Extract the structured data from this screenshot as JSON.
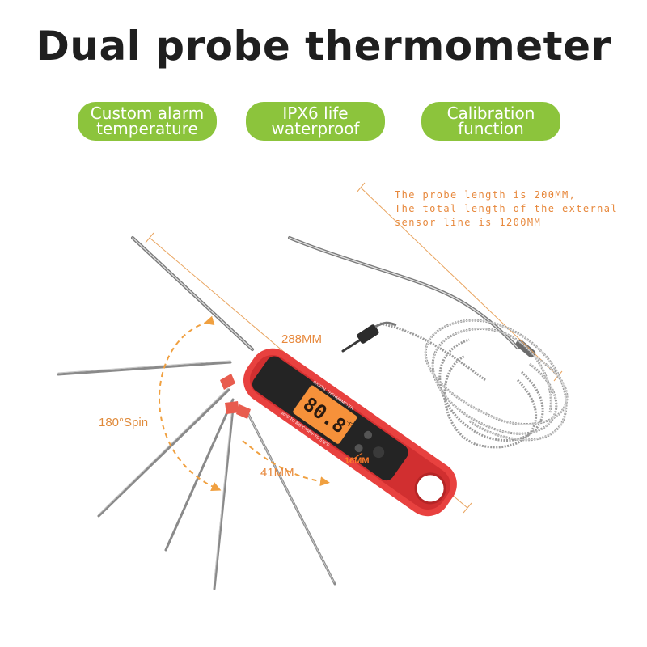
{
  "title": "Dual probe thermometer",
  "features": [
    {
      "line1": "Custom alarm",
      "line2": "temperature"
    },
    {
      "line1": "IPX6 life",
      "line2": "waterproof"
    },
    {
      "line1": "Calibration",
      "line2": "function"
    }
  ],
  "probe_note": {
    "line1": "The probe length is 200MM,",
    "line2": "The total length of the external",
    "line3": "sensor line is 1200MM"
  },
  "dimensions": {
    "length": "288MM",
    "spin": "180°Spin",
    "width": "41MM",
    "thickness": "16MM"
  },
  "display": {
    "reading": "80.8",
    "unit": "°F",
    "brand_text": "DIGITAL THERMOMETER",
    "range_text": "-50°C TO 300°C/-58°F TO 572°F"
  },
  "colors": {
    "title": "#1f1f1f",
    "feature_pill": "#8cc43c",
    "annotation": "#e7883c",
    "body_red": "#e8413f",
    "lcd_orange": "#f6913a"
  }
}
